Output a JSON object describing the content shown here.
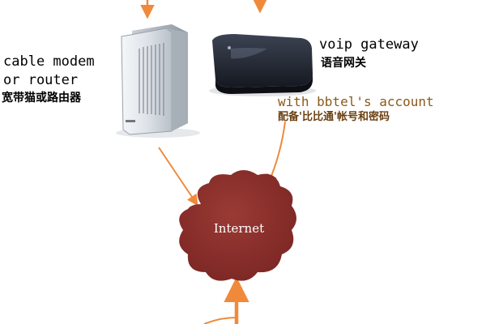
{
  "modem": {
    "label_line1": "cable modem",
    "label_line2": "or router",
    "label_cn": "宽带猫或路由器"
  },
  "gateway": {
    "label": "voip gateway",
    "label_cn": "语音网关",
    "account_label": "with bbtel's account",
    "account_label_cn": "配备'比比通'帐号和密码"
  },
  "cloud": {
    "label": "Internet",
    "color": "#8b2e2a"
  },
  "bottom_partial_text": "",
  "arrow_color": "#f08a3a"
}
